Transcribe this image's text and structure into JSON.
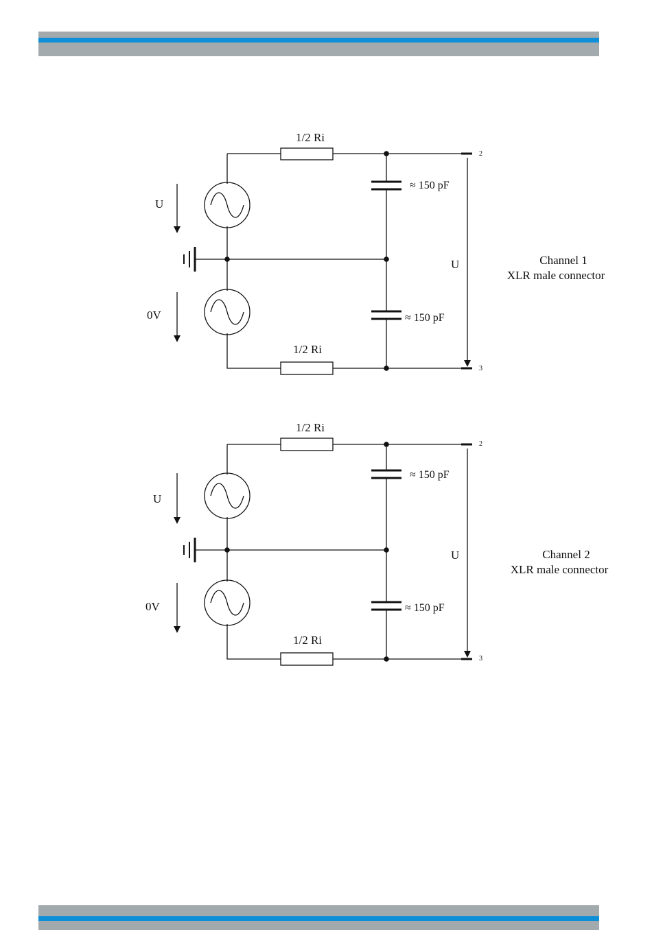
{
  "header": {
    "band_colors": {
      "gray": "#a3aaae",
      "blue": "#0f8fd8"
    }
  },
  "footer": {
    "band_colors": {
      "gray": "#a3aaae",
      "blue": "#0f8fd8"
    }
  },
  "circuits": [
    {
      "resistor_top": "1/2 Ri",
      "resistor_bottom": "1/2 Ri",
      "cap_top": "≈ 150 pF",
      "cap_bottom": "≈ 150 pF",
      "source_top_label": "U",
      "source_bottom_label": "0V",
      "output_label": "U",
      "pin_top": "2",
      "pin_bottom": "3",
      "channel_title": "Channel 1",
      "connector": "XLR male connector"
    },
    {
      "resistor_top": "1/2 Ri",
      "resistor_bottom": "1/2 Ri",
      "cap_top": "≈ 150 pF",
      "cap_bottom": "≈ 150 pF",
      "source_top_label": "U",
      "source_bottom_label": "0V",
      "output_label": "U",
      "pin_top": "2",
      "pin_bottom": "3",
      "channel_title": "Channel 2",
      "connector": "XLR male connector"
    }
  ]
}
